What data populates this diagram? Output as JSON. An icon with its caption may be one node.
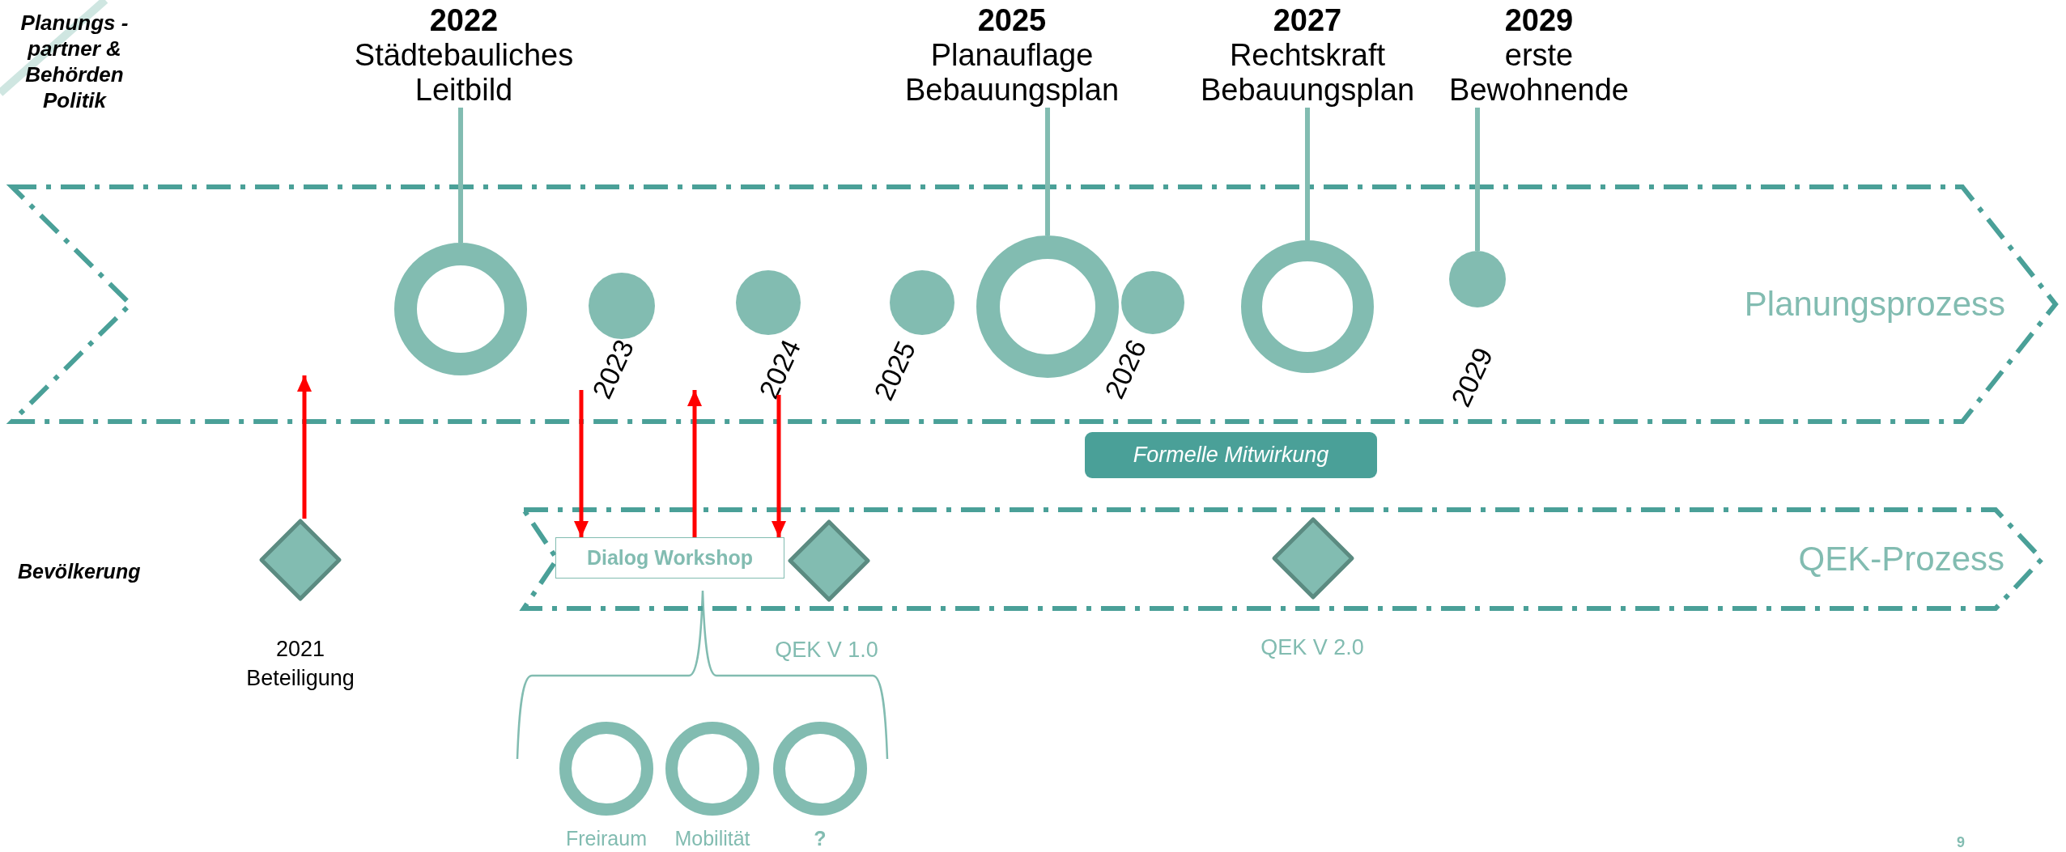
{
  "diagram": {
    "nodes": [
      {
        "text": [
          "2022",
          "Städtebauliches Leitbild"
        ]
      },
      {
        "text": [
          "2025",
          "Planauflage Bebauungsplan"
        ]
      },
      {
        "text": [
          "2027",
          "Rechtskraft Bebauungsplan"
        ]
      },
      {
        "text": [
          "2029",
          "erste Bewohnende"
        ]
      },
      {
        "text": [
          "Planungsprozess"
        ]
      },
      {
        "text": [],
        "shape": "ring",
        "in": 4
      },
      {
        "text": [],
        "shape": "circle",
        "in": 4,
        "beside": [
          "2023"
        ]
      },
      {
        "text": [],
        "shape": "circle",
        "in": 4,
        "beside": [
          "2024"
        ]
      },
      {
        "text": [],
        "shape": "circle",
        "in": 4,
        "beside": [
          "2025"
        ]
      },
      {
        "text": [],
        "shape": "ring",
        "in": 4
      },
      {
        "text": [],
        "shape": "circle",
        "in": 4,
        "beside": [
          "2026"
        ]
      },
      {
        "text": [],
        "shape": "ring",
        "in": 4
      },
      {
        "text": [],
        "shape": "circle",
        "in": 4,
        "beside": [
          "2029"
        ]
      },
      {
        "text": [
          "Formelle Mitwirkung"
        ]
      },
      {
        "text": [
          "QEK-Prozess"
        ]
      },
      {
        "text": [
          "Dialog Workshop"
        ],
        "in": 14
      },
      {
        "text": [],
        "shape": "diamond",
        "in": 14,
        "beside": [
          "QEK V 1.0"
        ]
      },
      {
        "text": [],
        "shape": "diamond",
        "in": 14,
        "beside": [
          "QEK V 2.0"
        ]
      },
      {
        "text": [],
        "shape": "diamond",
        "beside": [
          "2021 Beteiligung"
        ]
      },
      {
        "text": [
          "Freiraum"
        ]
      },
      {
        "text": [
          "Mobilität"
        ]
      },
      {
        "text": [
          "?"
        ]
      }
    ],
    "edges": [
      {
        "from": 0,
        "to": 5,
        "arrow": "none"
      },
      {
        "from": 1,
        "to": 9,
        "arrow": "none"
      },
      {
        "from": 2,
        "to": 11,
        "arrow": "none"
      },
      {
        "from": 3,
        "to": 12,
        "arrow": "none"
      },
      {
        "from": 18,
        "to": 4,
        "arrow": "to",
        "color": "#ff0000"
      },
      {
        "from": 6,
        "to": 15,
        "arrow": "to",
        "color": "#ff0000"
      },
      {
        "from": 15,
        "to": 4,
        "arrow": "to",
        "color": "#ff0000"
      },
      {
        "from": 7,
        "to": 15,
        "arrow": "to",
        "color": "#ff0000"
      }
    ],
    "labels": [
      "Planungs -partner & Behörden Politik",
      "Bevölkerung",
      "9"
    ]
  }
}
